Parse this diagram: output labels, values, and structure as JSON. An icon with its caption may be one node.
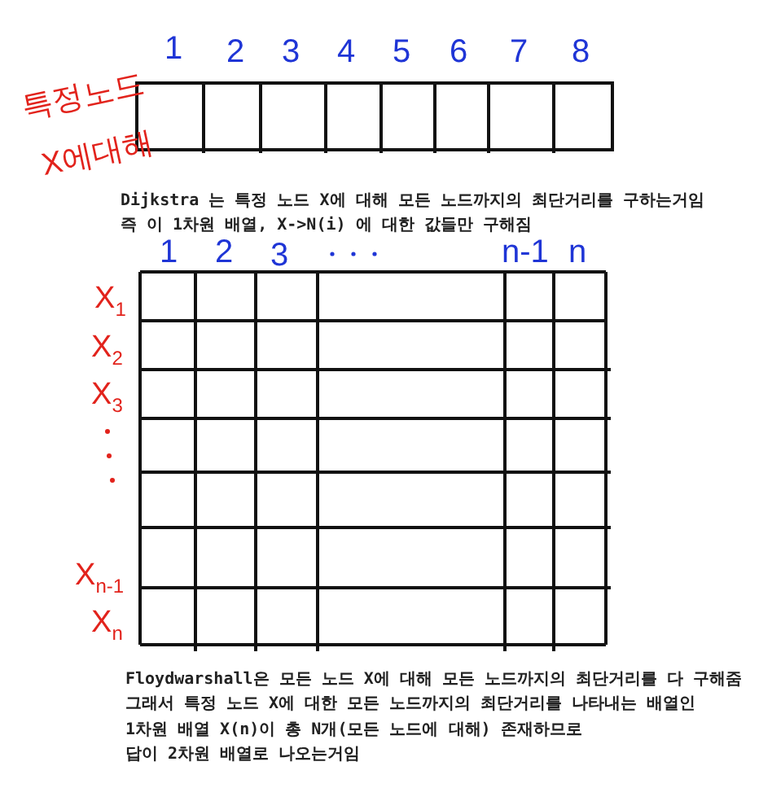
{
  "diagram": {
    "labels": [
      "1",
      "2",
      "3",
      "4",
      "5",
      "6",
      "7",
      "8",
      "특정노드",
      "X에대해",
      "Dijkstra 는 특정 노드 X에 대해 모든 노드까지의 최단거리를 구하는거임",
      "즉 이 1차원 배열, X->N(i) 에 대한 값들만 구해짐",
      "1",
      "2",
      "3",
      "n-1",
      "n",
      "X$_{1}$",
      "X$_{2}$",
      "X$_{3}$",
      "X$_{n-1}$",
      "X$_{n}$",
      "Floydwarshall은 모든 노드 X에 대해 모든 노드까지의 최단거리를 다 구해줌",
      "그래서 특정 노드 X에 대한 모든 노드까지의 최단거리를 나타내는 배열인",
      "1차원 배열 X(n)이 총 N개(모든 노드에 대해) 존재하므로",
      "답이 2차원 배열로 나오는거임"
    ]
  }
}
